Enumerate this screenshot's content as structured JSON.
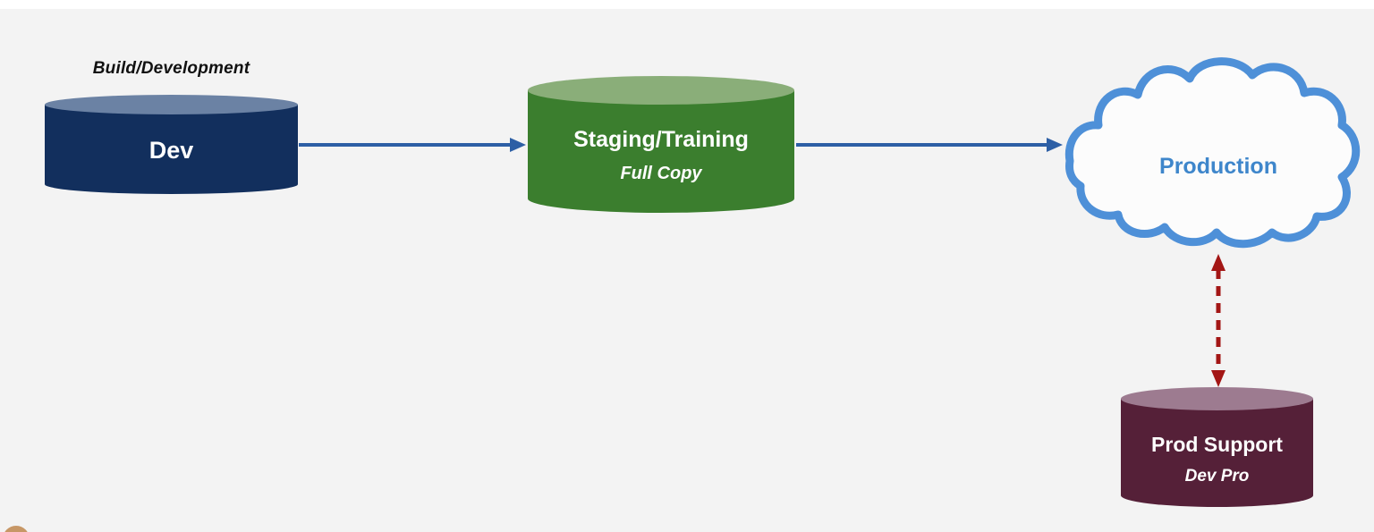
{
  "background": {
    "canvas_color": "#f3f3f3",
    "top_strip_color": "#ffffff"
  },
  "annotation": {
    "text": "Build/Development",
    "color": "#111111"
  },
  "nodes": {
    "dev": {
      "label": "Dev",
      "body_color": "#122f5d",
      "top_color": "#6b82a4",
      "text_color": "#ffffff"
    },
    "staging": {
      "label": "Staging/Training",
      "sublabel": "Full Copy",
      "body_color": "#3b7e2e",
      "top_color": "#8aae79",
      "text_color": "#ffffff"
    },
    "production": {
      "label": "Production",
      "fill": "#fcfcfc",
      "outline_color": "#4e90d8",
      "text_color": "#3e86cb"
    },
    "prod_support": {
      "label": "Prod Support",
      "sublabel": "Dev Pro",
      "body_color": "#552038",
      "top_color": "#9d7b90",
      "text_color": "#ffffff"
    }
  },
  "arrows": {
    "flow_color": "#2d5fa5",
    "sync_color": "#a31615"
  },
  "decorations": {
    "corner_dot_color": "#c79766"
  }
}
